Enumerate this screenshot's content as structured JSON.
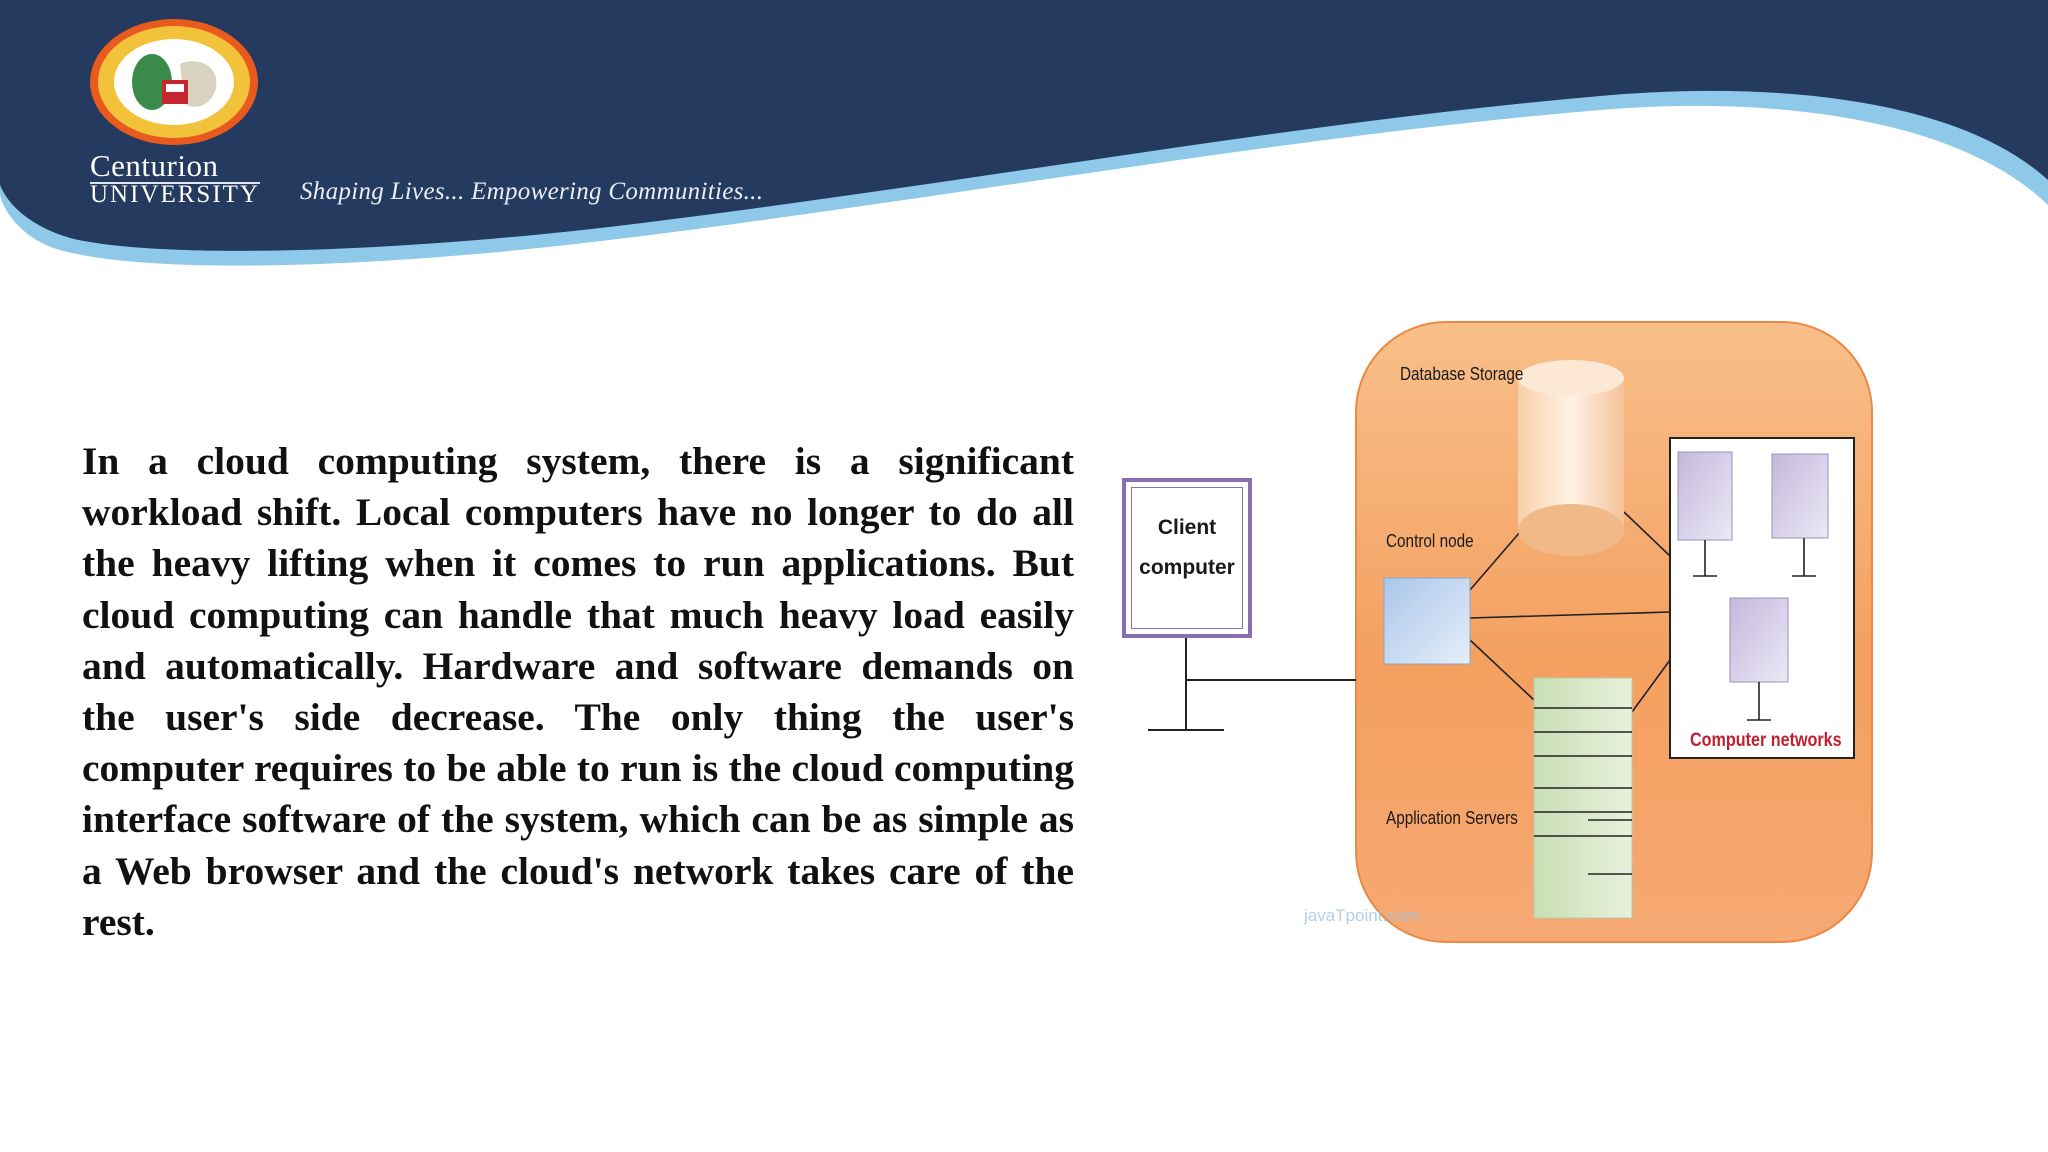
{
  "header": {
    "university_line1": "Centurion",
    "university_line2": "UNIVERSITY",
    "tagline": "Shaping Lives... Empowering Communities...",
    "colors": {
      "banner": "#243a5e",
      "wave": "#8ec9ea",
      "logo_ring": "#e85a1e"
    }
  },
  "body": {
    "paragraph": "In a cloud computing system, there is a significant workload shift. Local computers have no longer to do all the heavy lifting when it comes to run applications. But cloud computing can handle that much heavy load easily and automatically. Hardware and software demands on the user's side decrease. The only thing the user's computer requires to be able to run is the cloud computing interface software of the system, which can be as simple as a Web browser and the cloud's network takes care of the rest."
  },
  "diagram": {
    "client_label": "Client\ncomputer",
    "database_label": "Database Storage",
    "control_label": "Control node",
    "app_servers_label": "Application Servers",
    "networks_label": "Computer networks",
    "watermark": "javaTpoint.com",
    "colors": {
      "cloud": "#f5a366",
      "networks_label": "#c0202e",
      "client_border": "#8a6fb0"
    }
  }
}
